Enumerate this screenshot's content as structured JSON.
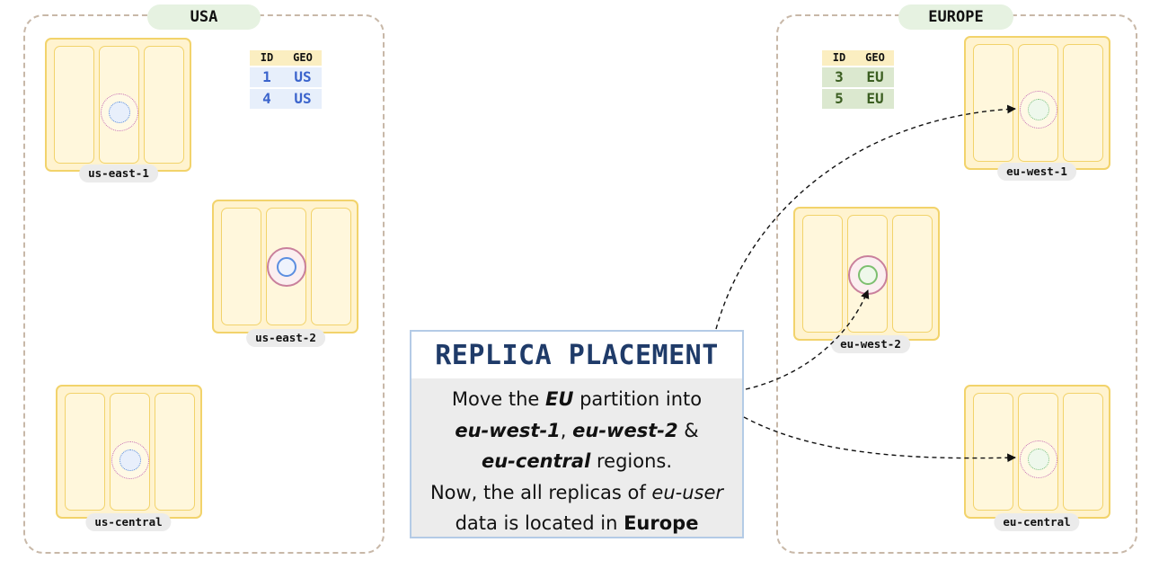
{
  "regions": {
    "usa": {
      "label": "USA"
    },
    "europe": {
      "label": "EUROPE"
    }
  },
  "nodes": {
    "us_east_1": {
      "label": "us-east-1"
    },
    "us_east_2": {
      "label": "us-east-2"
    },
    "us_central": {
      "label": "us-central"
    },
    "eu_west_1": {
      "label": "eu-west-1"
    },
    "eu_west_2": {
      "label": "eu-west-2"
    },
    "eu_central": {
      "label": "eu-central"
    }
  },
  "tables": {
    "us": {
      "headers": [
        "ID",
        "GEO"
      ],
      "rows": [
        [
          "1",
          "US"
        ],
        [
          "4",
          "US"
        ]
      ]
    },
    "eu": {
      "headers": [
        "ID",
        "GEO"
      ],
      "rows": [
        [
          "3",
          "EU"
        ],
        [
          "5",
          "EU"
        ]
      ]
    }
  },
  "info": {
    "title": "REPLICA PLACEMENT",
    "l1_a": "Move the ",
    "l1_b": "EU",
    "l1_c": " partition into",
    "l2_a": "eu-west-1",
    "l2_b": ", ",
    "l2_c": "eu-west-2",
    "l2_d": " &",
    "l3_a": "eu-central",
    "l3_b": " regions.",
    "l4_a": "Now, the all replicas of ",
    "l4_b": "eu-user",
    "l5_a": "data is located in ",
    "l5_b": "Europe"
  },
  "colors": {
    "node_fill": "#fff3cf",
    "node_border": "#f2d36b",
    "region_border": "#c8b8a8",
    "us_replica": "#5b8ee0",
    "eu_replica": "#7dbf70",
    "title": "#1f3b69"
  }
}
